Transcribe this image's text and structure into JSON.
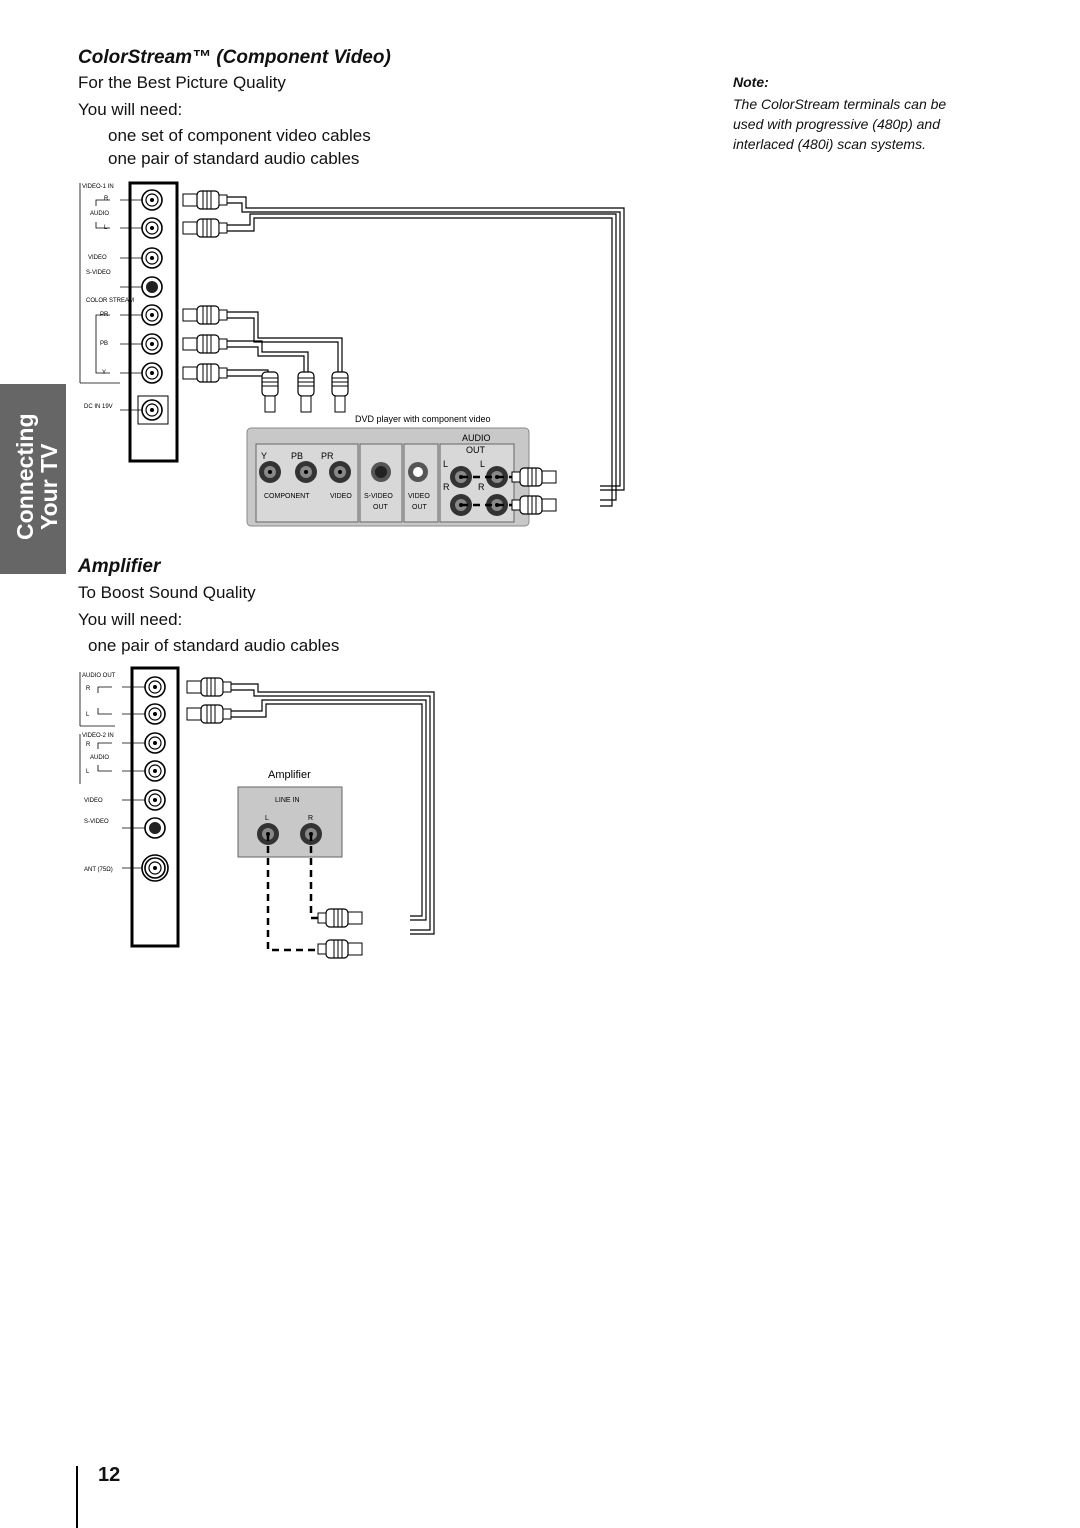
{
  "side_tab": {
    "line1": "Connecting",
    "line2": "Your TV"
  },
  "section1": {
    "title": "ColorStream™ (Component Video)",
    "subtitle": "For the Best Picture Quality",
    "need": "You will need:",
    "items": [
      "one set of component video cables",
      "one pair of standard audio cables"
    ]
  },
  "note": {
    "heading": "Note:",
    "lines": [
      "The ColorStream terminals can be",
      "used with progressive (480p) and",
      "interlaced (480i) scan systems."
    ]
  },
  "diagram1": {
    "tv_panel_labels": {
      "video1_in": "VIDEO-1 IN",
      "r": "R",
      "audio": "AUDIO",
      "l": "L",
      "video": "VIDEO",
      "s_video": "S-VIDEO",
      "color_stream": "COLOR STREAM",
      "pr": "PR",
      "pb": "PB",
      "y": "Y",
      "dc_in": "DC IN 19V"
    },
    "dvd_caption": "DVD player with component video",
    "dvd_labels": {
      "audio_out": [
        "AUDIO",
        "OUT"
      ],
      "y": "Y",
      "pb": "PB",
      "pr": "PR",
      "l": "L",
      "r": "R",
      "component": "COMPONENT",
      "video": "VIDEO",
      "s_video_out": [
        "S-VIDEO",
        "OUT"
      ],
      "video_out": [
        "VIDEO",
        "OUT"
      ]
    }
  },
  "section2": {
    "title": "Amplifier",
    "subtitle": "To Boost Sound Quality",
    "need": "You will need:",
    "items": [
      "one pair of standard audio cables"
    ]
  },
  "diagram2": {
    "tv_panel_labels": {
      "audio_out": "AUDIO OUT",
      "r": "R",
      "l": "L",
      "video2_in": "VIDEO-2 IN",
      "audio": "AUDIO",
      "video": "VIDEO",
      "s_video": "S-VIDEO",
      "ant": "ANT (75Ω)"
    },
    "amp_caption": "Amplifier",
    "amp_labels": {
      "line_in": "LINE IN",
      "l": "L",
      "r": "R"
    }
  },
  "page_number": "12",
  "colors": {
    "tab_bg": "#666666",
    "device_bg": "#c8c8c8",
    "cable": "#333333"
  }
}
